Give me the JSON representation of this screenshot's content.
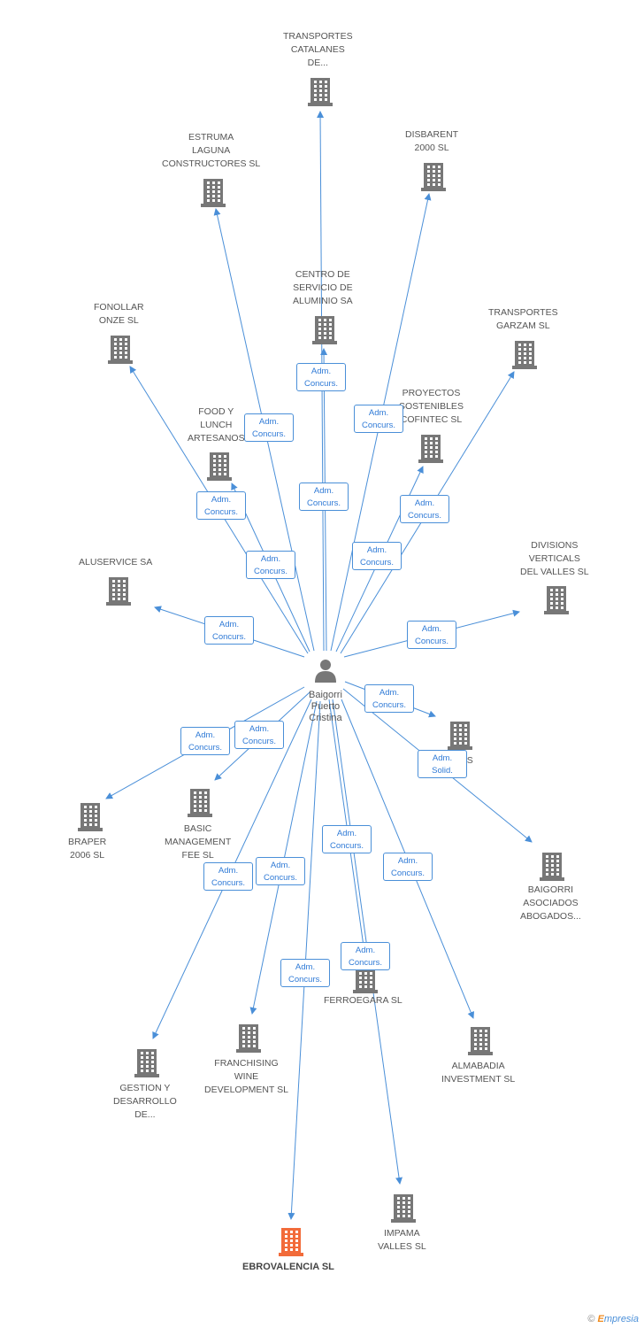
{
  "person": {
    "name_lines": [
      "Baigorri",
      "Puerto",
      "Cristina"
    ]
  },
  "colors": {
    "edge": "#4a8fd8",
    "building": "#777777",
    "focus_building": "#f26b3a",
    "tag_text": "#2f7ad6"
  },
  "nodes": [
    {
      "id": "transportes-catalanes",
      "lines": [
        "TRANSPORTES",
        "CATALANES",
        "DE..."
      ]
    },
    {
      "id": "estruma-laguna",
      "lines": [
        "ESTRUMA",
        "LAGUNA",
        "CONSTRUCTORES SL"
      ]
    },
    {
      "id": "disbarent-2000",
      "lines": [
        "DISBARENT",
        "2000 SL"
      ]
    },
    {
      "id": "centro-servicio-aluminio",
      "lines": [
        "CENTRO DE",
        "SERVICIO DE",
        "ALUMINIO SA"
      ]
    },
    {
      "id": "fonollar-onze",
      "lines": [
        "FONOLLAR",
        "ONZE SL"
      ]
    },
    {
      "id": "transportes-garzam",
      "lines": [
        "TRANSPORTES",
        "GARZAM SL"
      ]
    },
    {
      "id": "proyectos-sostenibles",
      "lines": [
        "PROYECTOS",
        "SOSTENIBLES",
        "COFINTEC SL"
      ]
    },
    {
      "id": "food-lunch",
      "lines": [
        "FOOD Y",
        "LUNCH",
        "ARTESANOS"
      ]
    },
    {
      "id": "aluservice",
      "lines": [
        "ALUSERVICE SA"
      ]
    },
    {
      "id": "divisions-verticals",
      "lines": [
        "DIVISIONS",
        "VERTICALS",
        "DEL VALLES SL"
      ]
    },
    {
      "id": "asociados-sa",
      "lines": [
        "ADOS",
        "SA"
      ]
    },
    {
      "id": "baigorri-asociados",
      "lines": [
        "BAIGORRI",
        "ASOCIADOS",
        "ABOGADOS..."
      ]
    },
    {
      "id": "braper-2006",
      "lines": [
        "BRAPER",
        "2006 SL"
      ]
    },
    {
      "id": "basic-management",
      "lines": [
        "BASIC",
        "MANAGEMENT",
        "FEE SL"
      ]
    },
    {
      "id": "ferroegara",
      "lines": [
        "FERROEGARA SL"
      ]
    },
    {
      "id": "almabadia",
      "lines": [
        "ALMABADIA",
        "INVESTMENT SL"
      ]
    },
    {
      "id": "franchising-wine",
      "lines": [
        "FRANCHISING",
        "WINE",
        "DEVELOPMENT SL"
      ]
    },
    {
      "id": "gestion-desarrollo",
      "lines": [
        "GESTION Y",
        "DESARROLLO",
        "DE..."
      ]
    },
    {
      "id": "impama-valles",
      "lines": [
        "IMPAMA",
        "VALLES SL"
      ]
    },
    {
      "id": "ebrovalencia",
      "lines": [
        "EBROVALENCIA SL"
      ],
      "focus": true
    }
  ],
  "relations": [
    {
      "to": "transportes-catalanes",
      "lines": [
        "Adm.",
        "Concurs."
      ]
    },
    {
      "to": "estruma-laguna",
      "lines": [
        "Adm.",
        "Concurs."
      ]
    },
    {
      "to": "disbarent-2000",
      "lines": [
        "Adm.",
        "Concurs."
      ]
    },
    {
      "to": "centro-servicio-aluminio",
      "lines": [
        "Adm.",
        "Concurs."
      ]
    },
    {
      "to": "fonollar-onze",
      "lines": [
        "Adm.",
        "Concurs."
      ]
    },
    {
      "to": "transportes-garzam",
      "lines": [
        "Adm.",
        "Concurs."
      ]
    },
    {
      "to": "proyectos-sostenibles",
      "lines": [
        "Adm.",
        "Concurs."
      ]
    },
    {
      "to": "food-lunch",
      "lines": [
        "Adm.",
        "Concurs."
      ]
    },
    {
      "to": "aluservice",
      "lines": [
        "Adm.",
        "Concurs."
      ]
    },
    {
      "to": "divisions-verticals",
      "lines": [
        "Adm.",
        "Concurs."
      ]
    },
    {
      "to": "asociados-sa",
      "lines": [
        "Adm.",
        "Concurs."
      ]
    },
    {
      "to": "baigorri-asociados",
      "lines": [
        "Adm.",
        "Solid."
      ]
    },
    {
      "to": "braper-2006",
      "lines": [
        "Adm.",
        "Concurs."
      ]
    },
    {
      "to": "basic-management",
      "lines": [
        "Adm.",
        "Concurs."
      ]
    },
    {
      "to": "ferroegara",
      "lines": [
        "Adm.",
        "Concurs."
      ]
    },
    {
      "to": "almabadia",
      "lines": [
        "Adm.",
        "Concurs."
      ]
    },
    {
      "to": "franchising-wine",
      "lines": [
        "Adm.",
        "Concurs."
      ]
    },
    {
      "to": "gestion-desarrollo",
      "lines": [
        "Adm.",
        "Concurs."
      ]
    },
    {
      "to": "impama-valles",
      "lines": [
        "Adm.",
        "Concurs."
      ]
    },
    {
      "to": "ebrovalencia",
      "lines": [
        "Adm.",
        "Concurs."
      ]
    }
  ],
  "watermark": {
    "copyright": "©",
    "brand_initial": "E",
    "brand_rest": "mpresia"
  }
}
